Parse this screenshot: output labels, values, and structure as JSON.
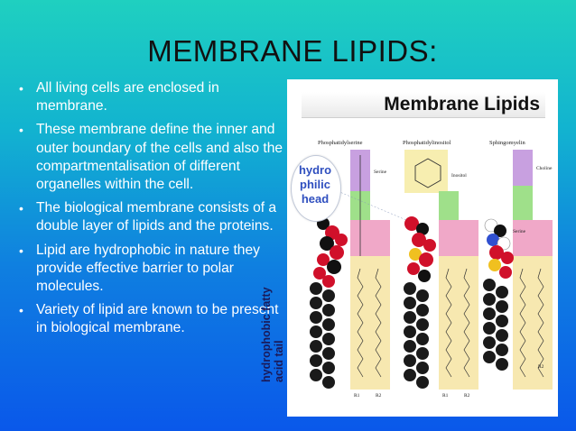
{
  "slide": {
    "title": "MEMBRANE LIPIDS:",
    "bullets": [
      "All living cells are enclosed in membrane.",
      "These membrane define the inner and outer boundary of the cells and also the compartmentalisation of different organelles within the cell.",
      "The biological membrane consists of a double layer of lipids and the proteins.",
      "Lipid are hydrophobic in nature they provide effective barrier to polar molecules.",
      "Variety of lipid are known to be present in biological membrane."
    ]
  },
  "figure": {
    "title": "Membrane Lipids",
    "columns": [
      "Phosphatidylserine",
      "Phosphatidylinositol",
      "Sphingomyelin"
    ],
    "side_labels": {
      "serine": "Serine",
      "inositol": "Inositol",
      "choline": "Choline",
      "sphingo_serine": "Serine"
    },
    "head_label": "hydro philic head",
    "tail_label": "hydrophobic fatty acid tail",
    "chain_labels": [
      "R1",
      "R2",
      "R1",
      "R2",
      "R2"
    ]
  },
  "colors": {
    "bg_top": "#1fd0c0",
    "bg_bottom": "#0a58ea",
    "head_label": "#2f4fbf",
    "purple_box": "#c8a0e0",
    "green_box": "#9fe08a",
    "pink_box": "#f0a8c8",
    "tail_box": "#f7e8b0",
    "oxygen": "#d0102a",
    "carbon": "#111111"
  }
}
